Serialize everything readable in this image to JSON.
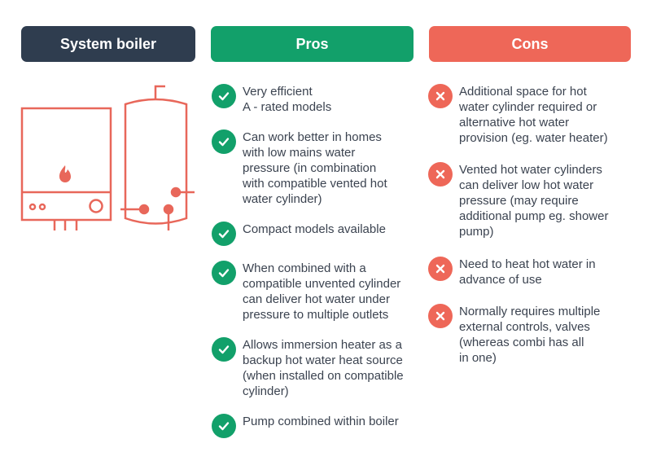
{
  "headers": {
    "system": "System boiler",
    "pros": "Pros",
    "cons": "Cons"
  },
  "colors": {
    "dark": "#2f3d4f",
    "green": "#12a06a",
    "coral": "#ee6758"
  },
  "pros": [
    "Very efficient\nA - rated models",
    "Can work better in homes\nwith low mains water\npressure (in combination\nwith compatible vented hot\nwater cylinder)",
    "Compact models available",
    "When combined with a\ncompatible unvented cylinder\ncan deliver hot water under\npressure to multiple outlets",
    "Allows immersion heater as a\nbackup hot water heat source\n(when installed on compatible\ncylinder)",
    "Pump combined within boiler"
  ],
  "cons": [
    "Additional space for hot\nwater cylinder required or\nalternative hot water\nprovision (eg. water heater)",
    "Vented hot water cylinders\ncan deliver low hot water\npressure (may require\nadditional pump eg. shower\npump)",
    "Need to heat hot water in\nadvance of use",
    "Normally requires multiple\nexternal controls, valves\n(whereas combi has all\nin one)"
  ]
}
